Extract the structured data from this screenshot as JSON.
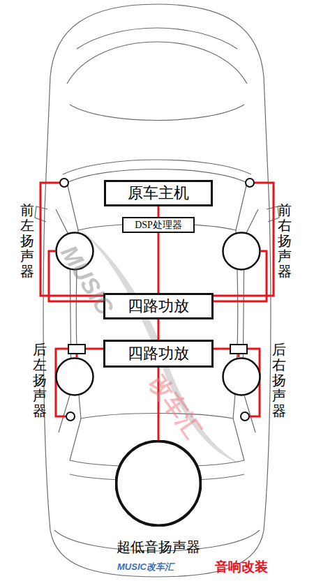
{
  "diagram": {
    "nodes": [
      {
        "text": [
          "原车主机"
        ]
      },
      {
        "text": [
          "DSP处理器"
        ]
      },
      {
        "text": [
          "四路功放"
        ]
      },
      {
        "text": [
          "四路功放"
        ]
      },
      {
        "text": [
          "前左扬声器"
        ]
      },
      {
        "text": [
          "前右扬声器"
        ]
      },
      {
        "text": [
          "后左扬声器"
        ]
      },
      {
        "text": [
          "后右扬声器"
        ]
      },
      {
        "text": [
          "超低音扬声器"
        ]
      }
    ],
    "edges": [
      {
        "from": 0,
        "to": 1,
        "arrow": "none"
      },
      {
        "from": 1,
        "to": 2,
        "arrow": "none"
      },
      {
        "from": 2,
        "to": 3,
        "arrow": "none"
      },
      {
        "from": 2,
        "to": 4,
        "arrow": "none"
      },
      {
        "from": 2,
        "to": 5,
        "arrow": "none"
      },
      {
        "from": 3,
        "to": 6,
        "arrow": "none"
      },
      {
        "from": 3,
        "to": 7,
        "arrow": "none"
      },
      {
        "from": 3,
        "to": 8,
        "arrow": "none"
      }
    ],
    "labels": [
      "MUSIC",
      "改车汇",
      "MUSIC改车汇",
      "音响改装"
    ]
  }
}
